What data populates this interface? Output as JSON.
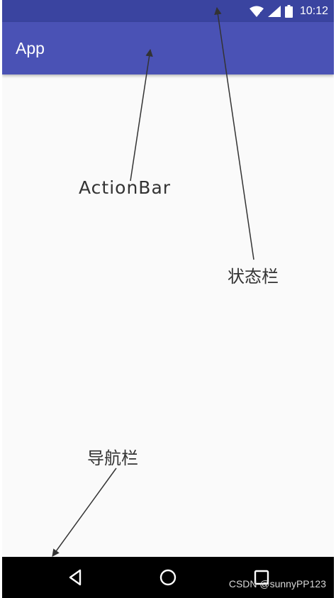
{
  "status_bar": {
    "time": "10:12",
    "icons": [
      "wifi-icon",
      "cellular-signal-icon",
      "battery-icon"
    ]
  },
  "action_bar": {
    "title": "App"
  },
  "annotations": {
    "action_bar_label": "ActionBar",
    "status_bar_label": "状态栏",
    "nav_bar_label": "导航栏"
  },
  "nav_bar": {
    "buttons": [
      "back-icon",
      "home-icon",
      "recent-apps-icon"
    ]
  },
  "watermark": "CSDN @sunnyPP123",
  "colors": {
    "status_bar": "#3a44a0",
    "action_bar": "#4a52b5",
    "content_bg": "#fafafa",
    "nav_bar": "#000000",
    "annotation_text": "#333333"
  }
}
